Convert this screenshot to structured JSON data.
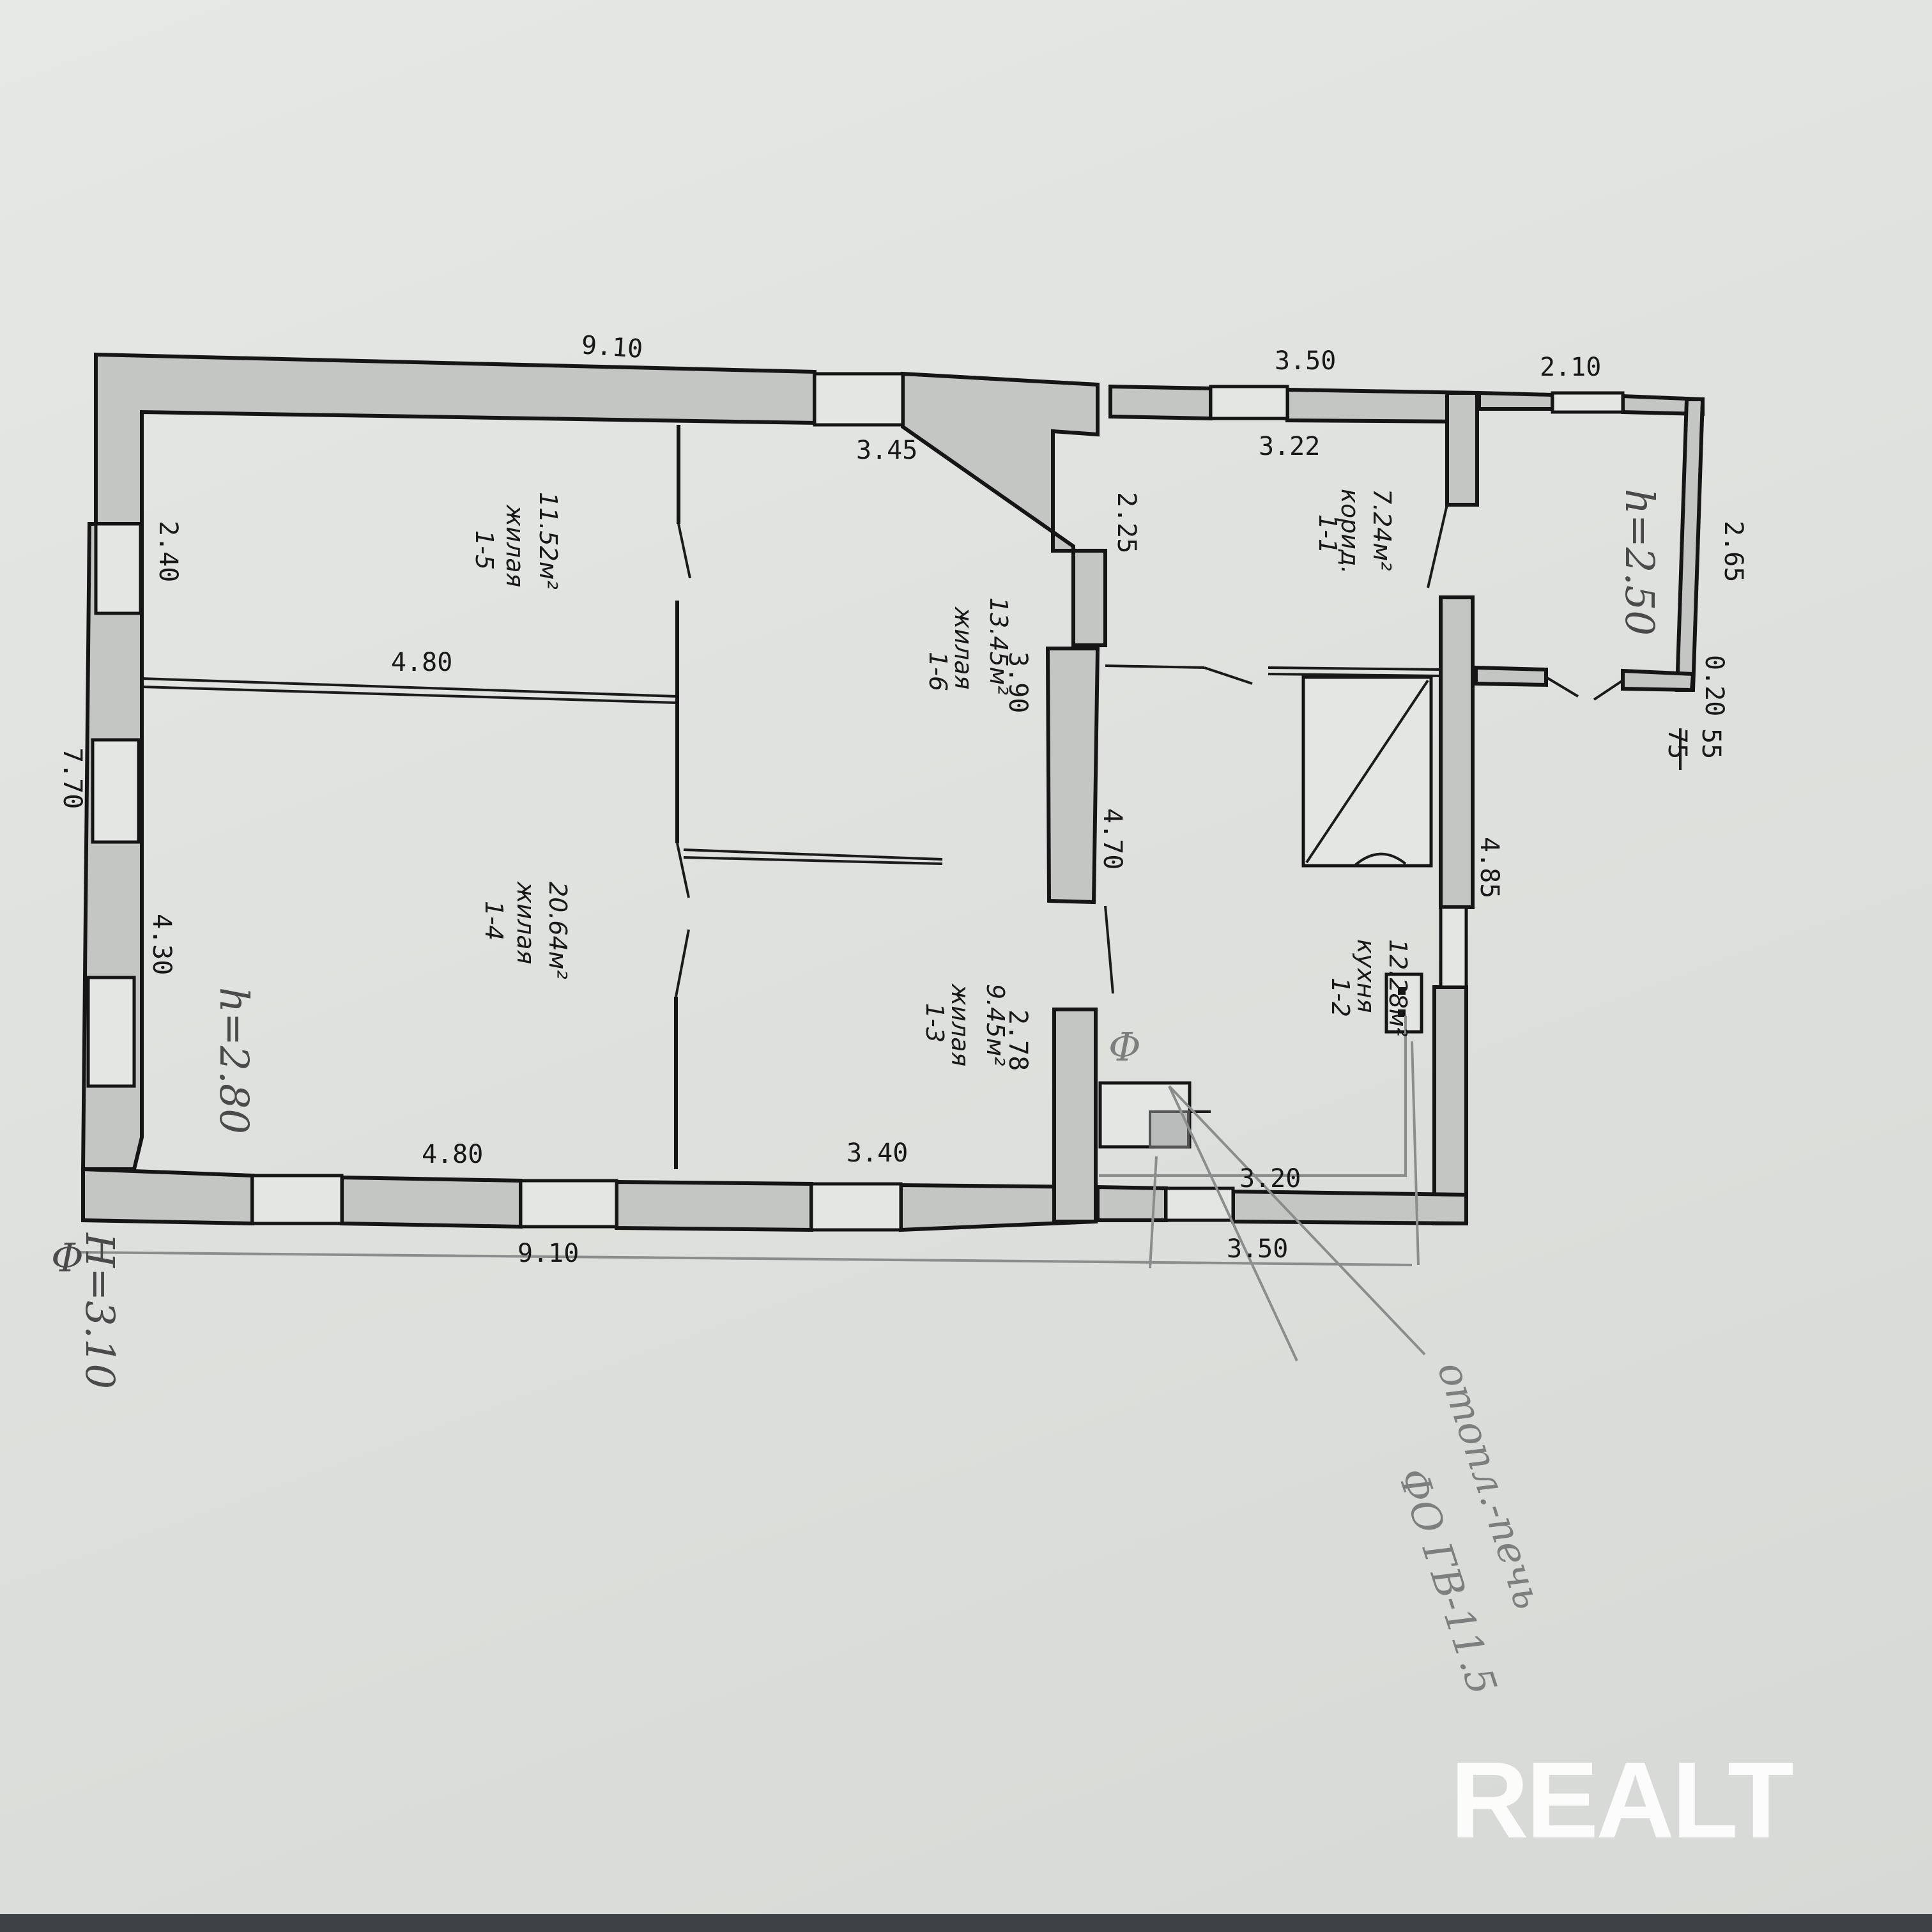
{
  "overall": {
    "top_total": "9.10",
    "bottom_total": "9.10",
    "left_total": "7.70",
    "annex_top": "3.50",
    "annex_bottom": "3.50",
    "porch_top": "2.10",
    "porch_side": "2.65",
    "porch_small": "0.20",
    "porch_frac_top": "55",
    "porch_frac_bottom": "75",
    "wall_height_main": "h=2.80",
    "wall_height_porch": "h=2.50",
    "foundation": "Φ",
    "foundation_height": "H=3.10",
    "pencil_mark": "Φ"
  },
  "rooms": [
    {
      "code": "1-5",
      "type": "жилая",
      "area": "11.52м²",
      "dims": [
        "2.40",
        "4.80"
      ]
    },
    {
      "code": "1-4",
      "type": "жилая",
      "area": "20.64м²",
      "dims": [
        "4.30",
        "4.80"
      ]
    },
    {
      "code": "1-6",
      "type": "жилая",
      "area": "13.45м²",
      "dims": [
        "3.45",
        "3.90"
      ]
    },
    {
      "code": "1-3",
      "type": "жилая",
      "area": "9.45м²",
      "dims": [
        "2.78",
        "3.40"
      ]
    },
    {
      "code": "1-1",
      "type": "корид.",
      "area": "7.24м²",
      "dims": [
        "3.22",
        "2.25"
      ]
    },
    {
      "code": "1-2",
      "type": "кухня",
      "area": "12.28м²",
      "dims": [
        "4.70",
        "3.20"
      ]
    }
  ],
  "misc_dims": {
    "kitchen_right": "4.85"
  },
  "pencil_notes": [
    "отопл.-печь",
    "ФО ГВ-11.5"
  ],
  "watermark": "REALT"
}
